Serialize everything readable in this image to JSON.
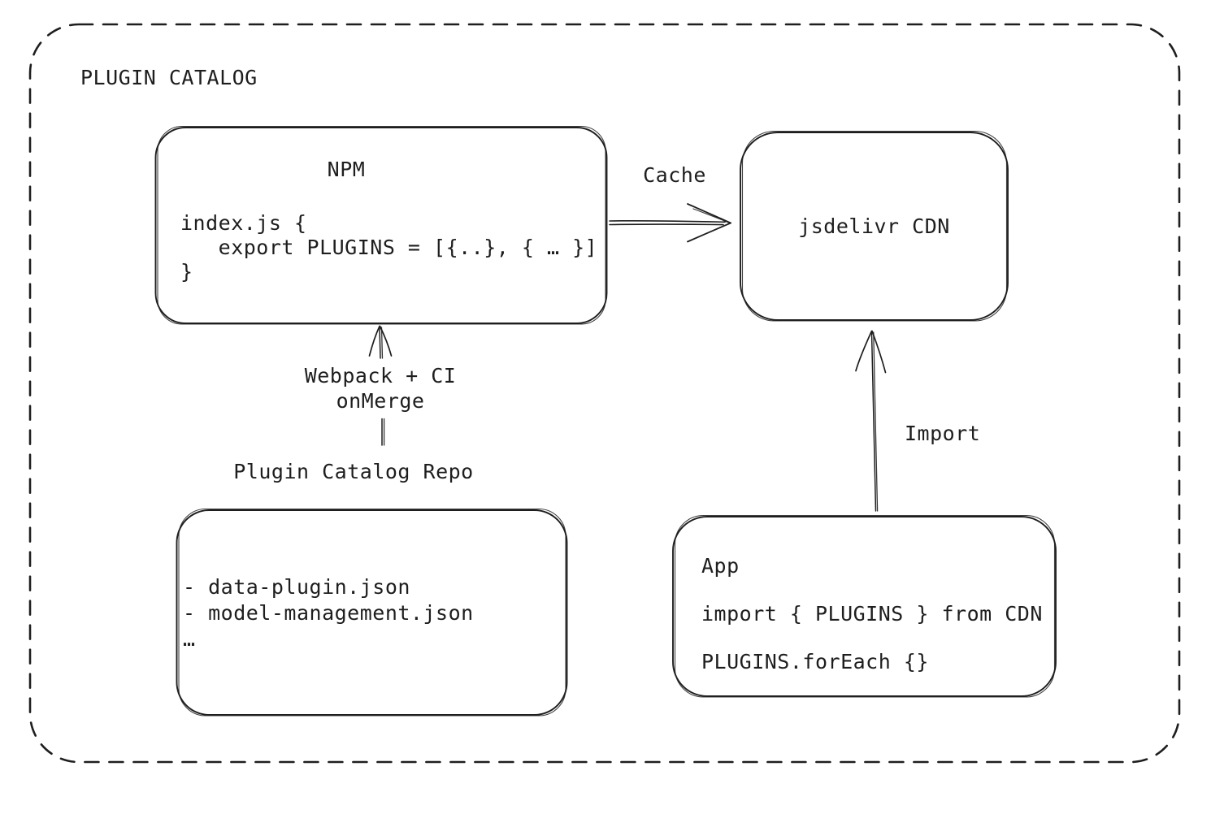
{
  "diagram": {
    "title": "PLUGIN CATALOG",
    "colors": {
      "stroke": "#1e1e1e",
      "background": "#ffffff"
    }
  },
  "nodes": {
    "npm": {
      "title": "NPM",
      "code": [
        "index.js {",
        "   export PLUGINS = [{..}, { … }]",
        "}"
      ]
    },
    "cdn": {
      "label": "jsdelivr CDN"
    },
    "repo": {
      "label": "Plugin Catalog Repo",
      "files": [
        "- data-plugin.json",
        "- model-management.json",
        "…"
      ]
    },
    "app": {
      "title": "App",
      "code": [
        "import { PLUGINS } from CDN",
        "",
        "PLUGINS.forEach {}"
      ]
    }
  },
  "edges": {
    "cache": {
      "label": "Cache",
      "from": "npm",
      "to": "cdn"
    },
    "build": {
      "label": [
        "Webpack + CI",
        "onMerge"
      ],
      "from": "repo",
      "to": "npm"
    },
    "import": {
      "label": "Import",
      "from": "app",
      "to": "cdn"
    }
  }
}
